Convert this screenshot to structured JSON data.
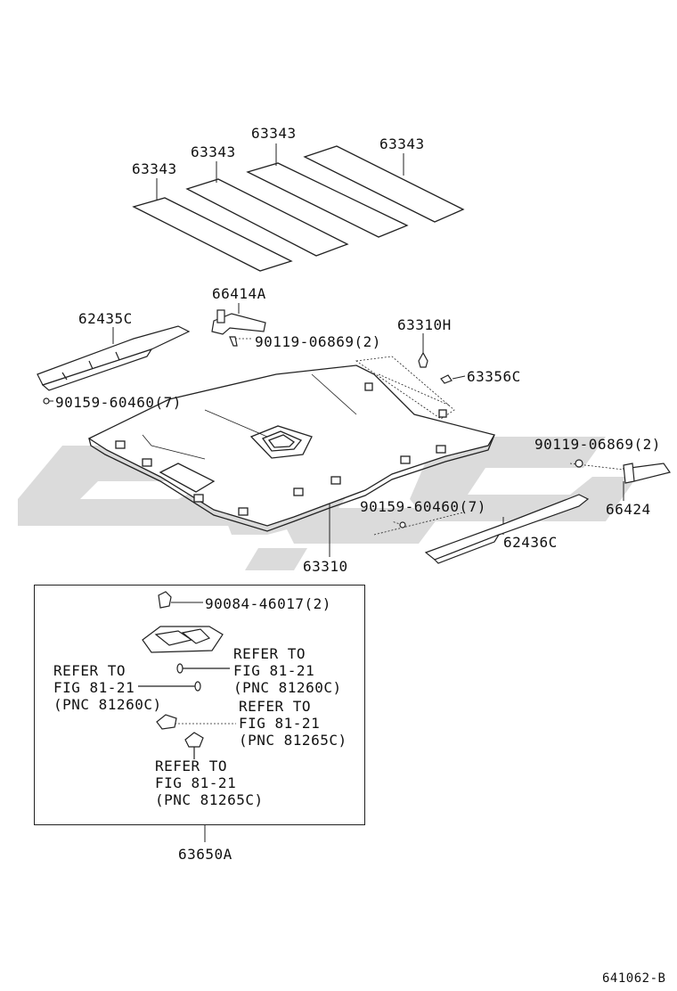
{
  "watermark": {
    "color": "#d2d2d2"
  },
  "part_labels": {
    "pad_a": "63343",
    "pad_b": "63343",
    "pad_c": "63343",
    "pad_d": "63343",
    "bracket_top": "66414A",
    "rail_left": "62435C",
    "screw_top": "90119-06869(2)",
    "clip_left": "90159-60460(7)",
    "headliner": "63310",
    "clip_top": "63310H",
    "clip_right_small": "63356C",
    "screw_right": "90119-06869(2)",
    "bracket_right": "66424",
    "clip_right": "90159-60460(7)",
    "rail_right": "62436C",
    "lamp_assy": "63650A",
    "lamp_screw": "90084-46017(2)"
  },
  "refs": {
    "ref1": "REFER TO\nFIG 81-21\n(PNC 81260C)",
    "ref2": "REFER TO\nFIG 81-21\n(PNC 81260C)",
    "ref3": "REFER TO\nFIG 81-21\n(PNC 81265C)",
    "ref4": "REFER TO\nFIG 81-21\n(PNC 81265C)"
  },
  "diagram_code": "641062-B"
}
